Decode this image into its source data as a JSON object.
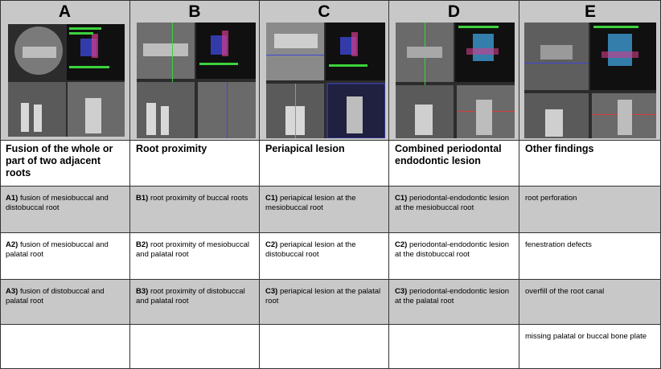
{
  "columns": [
    {
      "letter": "A",
      "title": "Fusion of the whole or part of two adjacent roots",
      "rows": [
        {
          "code": "A1)",
          "text": "fusion of mesiobuccal and distobuccal root"
        },
        {
          "code": "A2)",
          "text": "fusion of mesiobuccal and palatal root"
        },
        {
          "code": "A3)",
          "text": "fusion of distobuccal and palatal root"
        },
        {
          "code": "",
          "text": ""
        }
      ]
    },
    {
      "letter": "B",
      "title": "Root proximity",
      "rows": [
        {
          "code": "B1)",
          "text": "root proximity of buccal roots"
        },
        {
          "code": "B2)",
          "text": "root proximity of mesiobuccal and palatal root"
        },
        {
          "code": "B3)",
          "text": "root proximity of distobuccal and palatal root"
        },
        {
          "code": "",
          "text": ""
        }
      ]
    },
    {
      "letter": "C",
      "title": "Periapical lesion",
      "rows": [
        {
          "code": "C1)",
          "text": "periapical lesion at the mesiobuccal root"
        },
        {
          "code": "C2)",
          "text": "periapical lesion at the distobuccal root"
        },
        {
          "code": "C3)",
          "text": "periapical lesion at the palatal root"
        },
        {
          "code": "",
          "text": ""
        }
      ]
    },
    {
      "letter": "D",
      "title": "Combined periodontal endodontic lesion",
      "rows": [
        {
          "code": "C1)",
          "text": "periodontal-endodontic lesion at the mesiobuccal root"
        },
        {
          "code": "C2)",
          "text": "periodontal-endodontic lesion at the distobuccal root"
        },
        {
          "code": "C3)",
          "text": "periodontal-endodontic lesion at the palatal root"
        },
        {
          "code": "",
          "text": ""
        }
      ]
    },
    {
      "letter": "E",
      "title": "Other findings",
      "rows": [
        {
          "code": "",
          "text": "root perforation"
        },
        {
          "code": "",
          "text": "fenestration defects"
        },
        {
          "code": "",
          "text": "overfill of the root canal"
        },
        {
          "code": "",
          "text": "missing palatal or buccal bone plate"
        }
      ]
    }
  ],
  "colors": {
    "header_grey": "#c8c8c8",
    "row_grey": "#c8c8c8",
    "border": "#333333",
    "scan_bg": "#4a4a4a",
    "cursor_green": "#3cd23c",
    "cursor_blue": "#3c46d2"
  },
  "icons": [
    "cbct-scan-image"
  ]
}
